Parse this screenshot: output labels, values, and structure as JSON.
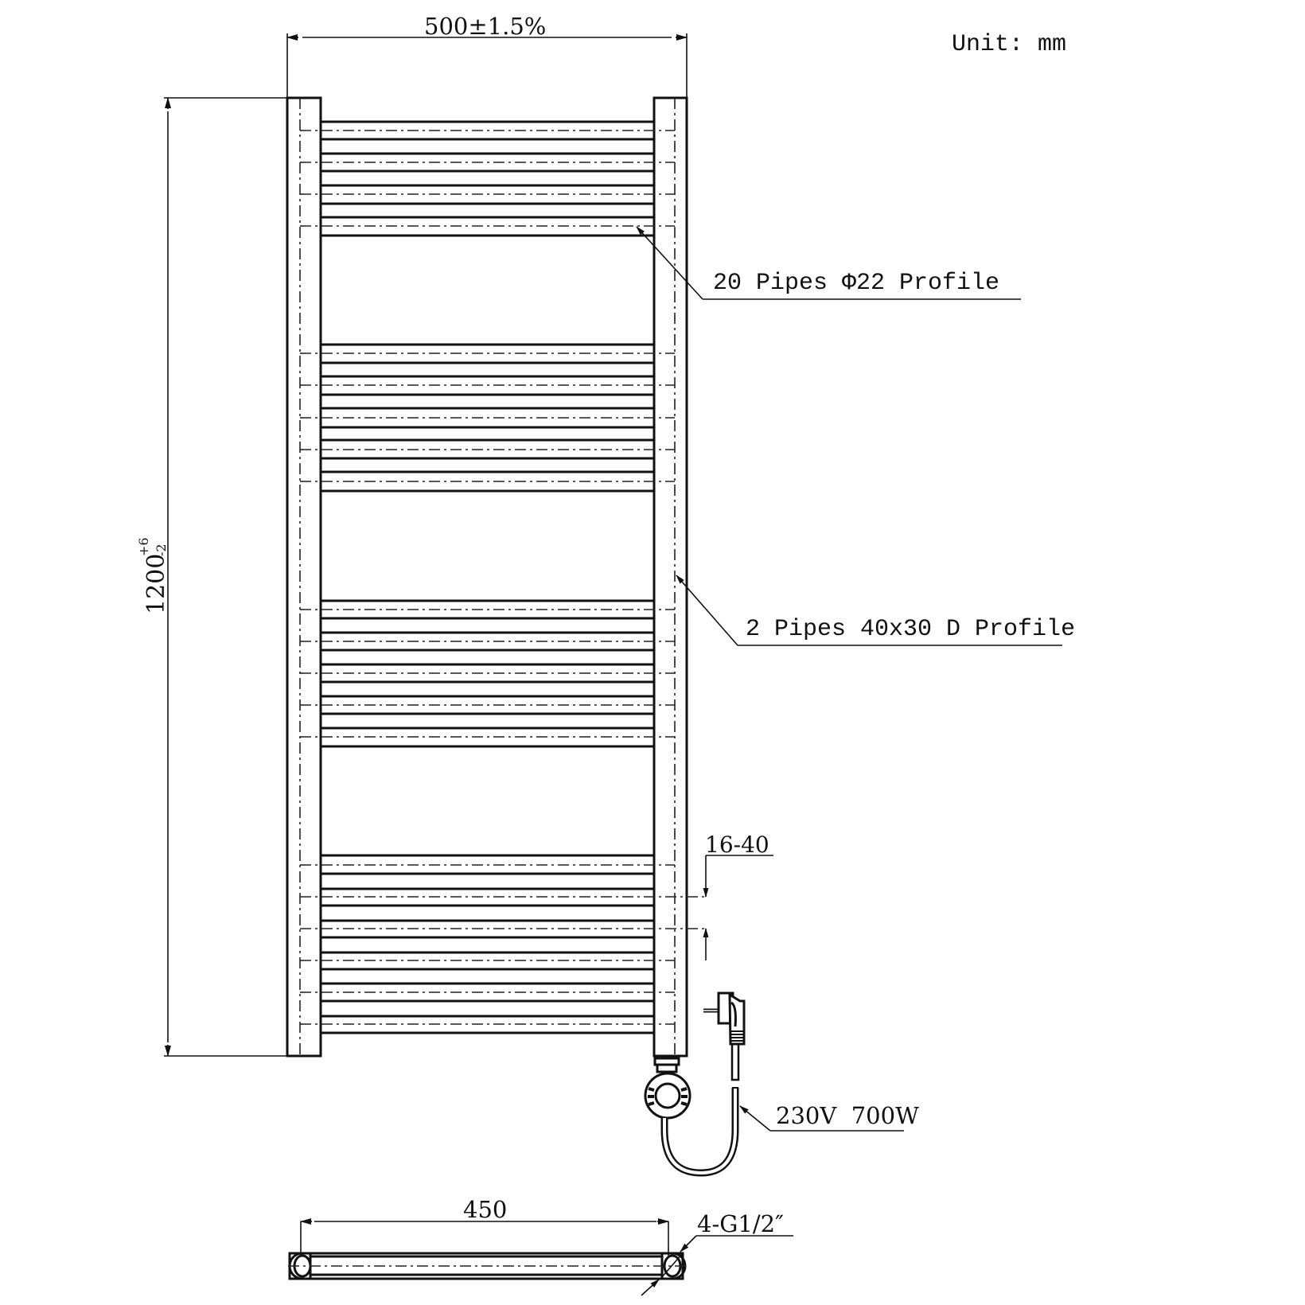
{
  "drawing": {
    "unit_label": "Unit: mm",
    "width_dimension": "500±1.5%",
    "height_dimension": "1200",
    "height_tolerance_upper": "+6",
    "height_tolerance_lower": "-2",
    "pipe_callout": "20 Pipes  Φ22 Profile",
    "column_callout": "2 Pipes 40x30 D Profile",
    "spacing_callout": "16-40",
    "power_callout": "230V  700W",
    "center_distance": "450",
    "connection_callout": "4-G1/2″"
  },
  "structure": {
    "horizontal_pipe_count": 20,
    "vertical_column_count": 2,
    "pipe_groups": [
      4,
      5,
      5,
      6
    ]
  },
  "colors": {
    "line": "#111111",
    "background": "#ffffff"
  }
}
